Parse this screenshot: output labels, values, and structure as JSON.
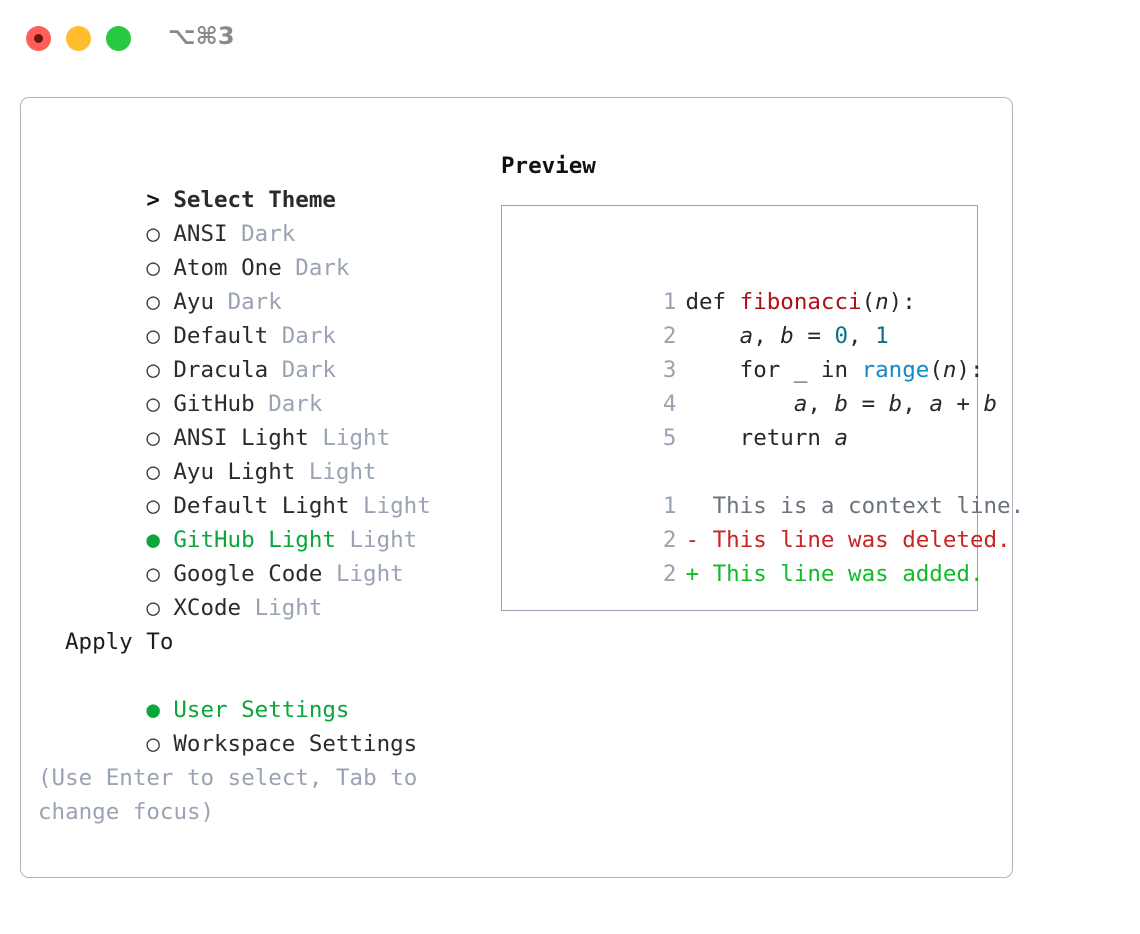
{
  "titlebar": {
    "shortcut": "⌥⌘3",
    "lights": [
      {
        "name": "close",
        "color": "#ff5f57"
      },
      {
        "name": "minimize",
        "color": "#ffbd2e"
      },
      {
        "name": "maximize",
        "color": "#28c840"
      }
    ]
  },
  "theme_picker": {
    "header_marker": ">",
    "header_label": "Select Theme",
    "unselected_marker": "○",
    "selected_marker": "●",
    "items": [
      {
        "marker": "○",
        "label": "ANSI",
        "variant": "Dark",
        "selected": false
      },
      {
        "marker": "○",
        "label": "Atom One",
        "variant": "Dark",
        "selected": false
      },
      {
        "marker": "○",
        "label": "Ayu",
        "variant": "Dark",
        "selected": false
      },
      {
        "marker": "○",
        "label": "Default",
        "variant": "Dark",
        "selected": false
      },
      {
        "marker": "○",
        "label": "Dracula",
        "variant": "Dark",
        "selected": false
      },
      {
        "marker": "○",
        "label": "GitHub",
        "variant": "Dark",
        "selected": false
      },
      {
        "marker": "○",
        "label": "ANSI Light",
        "variant": "Light",
        "selected": false
      },
      {
        "marker": "○",
        "label": "Ayu Light",
        "variant": "Light",
        "selected": false
      },
      {
        "marker": "○",
        "label": "Default Light",
        "variant": "Light",
        "selected": false
      },
      {
        "marker": "●",
        "label": "GitHub Light",
        "variant": "Light",
        "selected": true
      },
      {
        "marker": "○",
        "label": "Google Code",
        "variant": "Light",
        "selected": false
      },
      {
        "marker": "○",
        "label": "XCode",
        "variant": "Light",
        "selected": false
      }
    ]
  },
  "apply_to": {
    "title": "Apply To",
    "items": [
      {
        "marker": "●",
        "label": "User Settings",
        "selected": true
      },
      {
        "marker": "○",
        "label": "Workspace Settings",
        "selected": false
      }
    ]
  },
  "hint": "(Use Enter to select, Tab to change focus)",
  "preview": {
    "title": "Preview",
    "code_lines": [
      {
        "num": "1",
        "tokens": [
          {
            "text": "def ",
            "type": "kw"
          },
          {
            "text": "fibonacci",
            "type": "fn"
          },
          {
            "text": "(",
            "type": "plain"
          },
          {
            "text": "n",
            "type": "var"
          },
          {
            "text": "):",
            "type": "plain"
          }
        ]
      },
      {
        "num": "2",
        "tokens": [
          {
            "text": "    ",
            "type": "plain"
          },
          {
            "text": "a",
            "type": "var"
          },
          {
            "text": ", ",
            "type": "plain"
          },
          {
            "text": "b",
            "type": "var"
          },
          {
            "text": " = ",
            "type": "plain"
          },
          {
            "text": "0",
            "type": "num"
          },
          {
            "text": ", ",
            "type": "plain"
          },
          {
            "text": "1",
            "type": "num"
          }
        ]
      },
      {
        "num": "3",
        "tokens": [
          {
            "text": "    for _ in ",
            "type": "plain"
          },
          {
            "text": "range",
            "type": "builtin"
          },
          {
            "text": "(",
            "type": "plain"
          },
          {
            "text": "n",
            "type": "var"
          },
          {
            "text": "):",
            "type": "plain"
          }
        ]
      },
      {
        "num": "4",
        "tokens": [
          {
            "text": "        ",
            "type": "plain"
          },
          {
            "text": "a",
            "type": "var"
          },
          {
            "text": ", ",
            "type": "plain"
          },
          {
            "text": "b",
            "type": "var"
          },
          {
            "text": " = ",
            "type": "plain"
          },
          {
            "text": "b",
            "type": "var"
          },
          {
            "text": ", ",
            "type": "plain"
          },
          {
            "text": "a",
            "type": "var"
          },
          {
            "text": " + ",
            "type": "plain"
          },
          {
            "text": "b",
            "type": "var"
          }
        ]
      },
      {
        "num": "5",
        "tokens": [
          {
            "text": "    return ",
            "type": "plain"
          },
          {
            "text": "a",
            "type": "var"
          }
        ]
      }
    ],
    "diff_lines": [
      {
        "num": "1",
        "sign": " ",
        "text": "This is a context line.",
        "type": "ctx"
      },
      {
        "num": "2",
        "sign": "-",
        "text": "This line was deleted.",
        "type": "del"
      },
      {
        "num": "2",
        "sign": "+",
        "text": "This line was added.",
        "type": "add"
      }
    ]
  },
  "colors": {
    "selected_green": "#0aa63c",
    "diff_add_green": "#12bb2a",
    "diff_del_red": "#cb2222",
    "function_red": "#b00f17",
    "number_teal": "#0b7285",
    "builtin_blue": "#1389c6",
    "muted_gray": "#9aa3b3",
    "panel_border": "#aeb7c4"
  }
}
